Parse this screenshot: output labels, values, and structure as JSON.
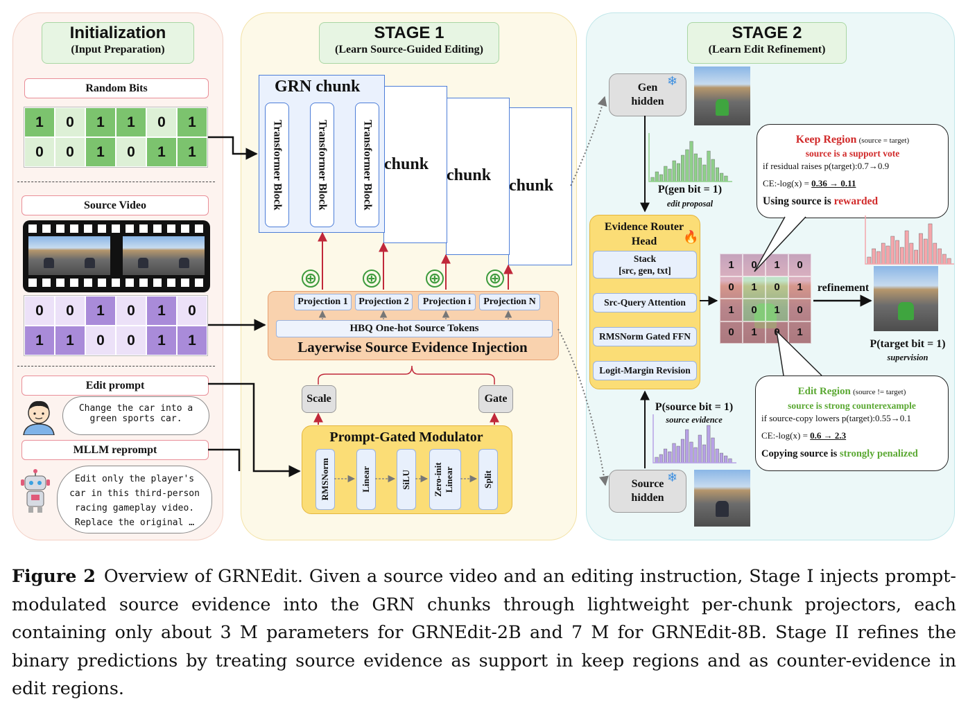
{
  "init": {
    "title": "Initialization",
    "subtitle": "(Input Preparation)",
    "random_bits_label": "Random Bits",
    "random_bits": [
      [
        "1",
        "0",
        "1",
        "1",
        "0",
        "1"
      ],
      [
        "0",
        "0",
        "1",
        "0",
        "1",
        "1"
      ]
    ],
    "source_video_label": "Source Video",
    "source_bits": [
      [
        "0",
        "0",
        "1",
        "0",
        "1",
        "0"
      ],
      [
        "1",
        "1",
        "0",
        "0",
        "1",
        "1"
      ]
    ],
    "edit_prompt_label": "Edit prompt",
    "edit_prompt_text": [
      "Change the car into a",
      "green sports car."
    ],
    "mllm_label": "MLLM reprompt",
    "mllm_text": [
      "Edit only the player's",
      "car in this third-person",
      "racing gameplay video.",
      "Replace the original …"
    ]
  },
  "stage1": {
    "title": "STAGE 1",
    "subtitle": "(Learn Source-Guided Editing)",
    "grn_chunk_label": "GRN chunk",
    "transformer_block_label": "Transformer Block",
    "chunk_label": "chunk",
    "projections": [
      "Projection 1",
      "Projection 2",
      "Projection i",
      "Projection N"
    ],
    "hbq_label": "HBQ One-hot Source Tokens",
    "injection_label": "Layerwise Source Evidence Injection",
    "scale_label": "Scale",
    "gate_label": "Gate",
    "modulator_label": "Prompt-Gated Modulator",
    "modulator_blocks": [
      "RMSNorm",
      "Linear",
      "SiLU",
      "Zero-init Linear",
      "Split"
    ],
    "plus_symbol": "⊕"
  },
  "stage2": {
    "title": "STAGE 2",
    "subtitle": "(Learn Edit Refinement)",
    "gen_hidden_label": [
      "Gen",
      "hidden"
    ],
    "source_hidden_label": [
      "Source",
      "hidden"
    ],
    "p_gen_label": "P(gen bit = 1)",
    "p_gen_sub": "edit proposal",
    "p_source_label": "P(source bit = 1)",
    "p_source_sub": "source evidence",
    "router_title": [
      "Evidence Router",
      "Head"
    ],
    "router_blocks": [
      "Stack",
      "[src, gen, txt]",
      "Src-Query Attention",
      "RMSNorm Gated FFN",
      "Logit-Margin Revision"
    ],
    "grid_bits": [
      [
        "1",
        "0",
        "1",
        "0"
      ],
      [
        "0",
        "1",
        "0",
        "1"
      ],
      [
        "1",
        "0",
        "1",
        "0"
      ],
      [
        "0",
        "1",
        "0",
        "1"
      ]
    ],
    "refinement_label": "refinement",
    "p_target_label": "P(target bit = 1)",
    "p_target_sub": "supervision",
    "keep": {
      "title": "Keep Region",
      "note": "(source = target)",
      "line1": "source is a support vote",
      "line2": "if residual raises p(target):0.7→0.9",
      "line3_prefix": "CE:-log(x) = ",
      "line3_value": "0.36 → 0.11",
      "line4_prefix": "Using source is ",
      "line4_emph": "rewarded"
    },
    "edit": {
      "title": "Edit Region",
      "note": "(source != target)",
      "line1": "source is strong counterexample",
      "line2": "if source-copy lowers p(target):0.55→0.1",
      "line3_prefix": "CE:-log(x) = ",
      "line3_value": "0.6 → 2.3",
      "line4_prefix": "Copying source is ",
      "line4_emph": "strongly penalized"
    },
    "snowflake_icon": "❄",
    "fire_icon": "🔥"
  },
  "caption": {
    "label": "Figure 2",
    "text": "Overview of GRNEdit. Given a source video and an editing instruction, Stage I injects prompt-modulated source evidence into the GRN chunks through lightweight per-chunk projectors, each containing only about 3 M parameters for GRNEdit-2B and 7 M for GRNEdit-8B. Stage II refines the binary predictions by treating source evidence as support in keep regions and as counter-evidence in edit regions."
  },
  "colors": {
    "keep_red": "#d12a2a",
    "edit_green": "#5aa832",
    "green_bar": "#8fd08a",
    "pink_bar": "#f4a6ab",
    "purple_bar": "#b7a1e6",
    "arrow_red": "#c0283a"
  }
}
